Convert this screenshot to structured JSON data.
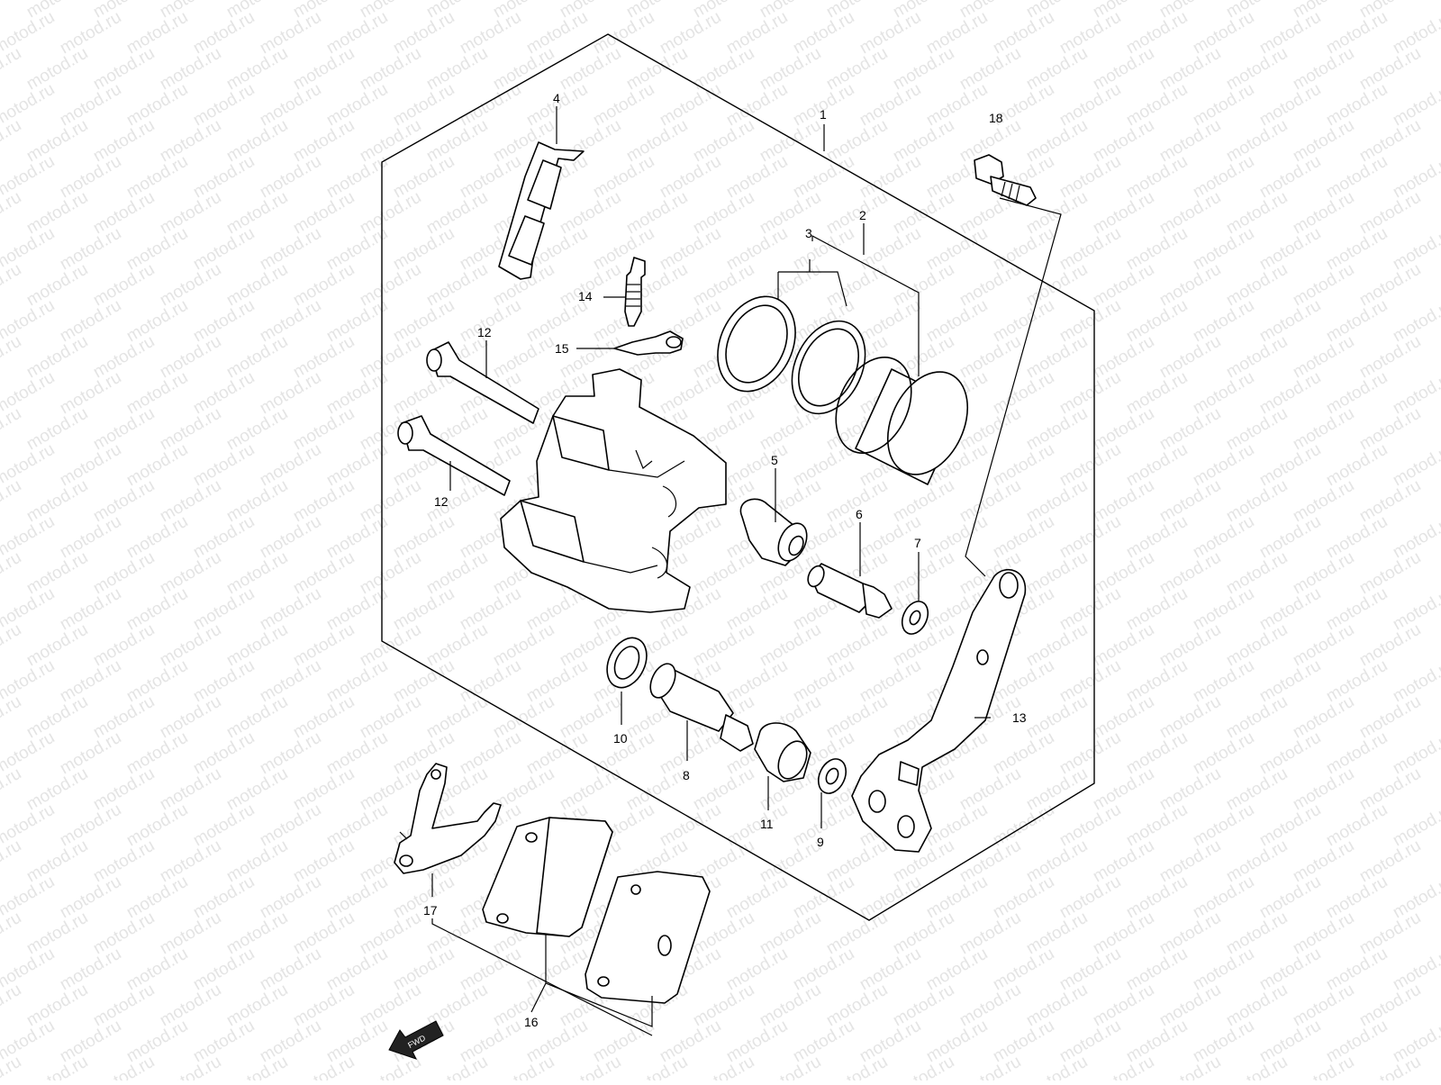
{
  "watermark": {
    "text": "motod.ru",
    "color": "#e0e0e0"
  },
  "badge": {
    "text": "FWD"
  },
  "callouts": [
    {
      "id": "1",
      "label": "1"
    },
    {
      "id": "2",
      "label": "2"
    },
    {
      "id": "3",
      "label": "3"
    },
    {
      "id": "4",
      "label": "4"
    },
    {
      "id": "5",
      "label": "5"
    },
    {
      "id": "6",
      "label": "6"
    },
    {
      "id": "7",
      "label": "7"
    },
    {
      "id": "8",
      "label": "8"
    },
    {
      "id": "9",
      "label": "9"
    },
    {
      "id": "10",
      "label": "10"
    },
    {
      "id": "11",
      "label": "11"
    },
    {
      "id": "12a",
      "label": "12"
    },
    {
      "id": "12b",
      "label": "12"
    },
    {
      "id": "13",
      "label": "13"
    },
    {
      "id": "14",
      "label": "14"
    },
    {
      "id": "15",
      "label": "15"
    },
    {
      "id": "16",
      "label": "16"
    },
    {
      "id": "17",
      "label": "17"
    },
    {
      "id": "18",
      "label": "18"
    }
  ]
}
